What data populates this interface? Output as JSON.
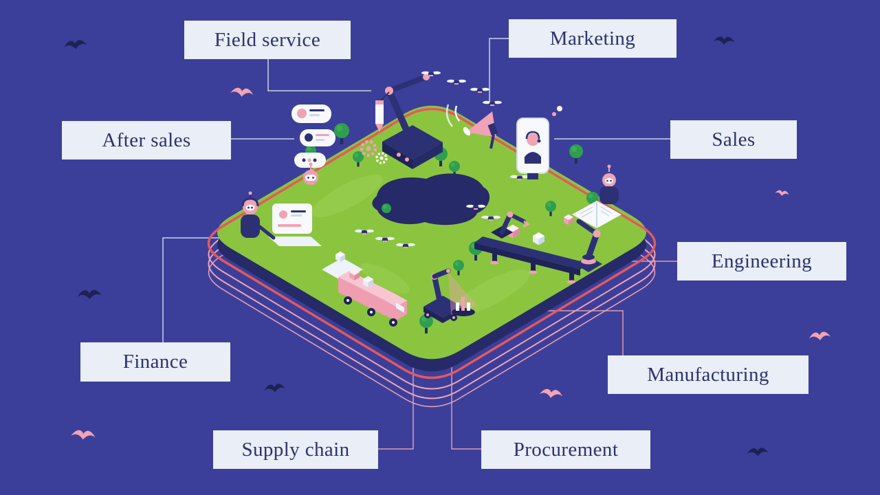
{
  "palette": {
    "background": "#3b3f99",
    "island_grass": "#8bc53f",
    "island_side": "#262a68",
    "outline_red": "#e4595f",
    "outline_pink": "#f0a3b5",
    "label_background": "#e9eef7",
    "label_text": "#2b3172",
    "bird_dark": "#1d2256",
    "bird_pink": "#f2a3b5"
  },
  "labels": [
    {
      "id": "field-service",
      "text": "Field service"
    },
    {
      "id": "marketing",
      "text": "Marketing"
    },
    {
      "id": "after-sales",
      "text": "After sales"
    },
    {
      "id": "sales",
      "text": "Sales"
    },
    {
      "id": "engineering",
      "text": "Engineering"
    },
    {
      "id": "finance",
      "text": "Finance"
    },
    {
      "id": "manufacturing",
      "text": "Manufacturing"
    },
    {
      "id": "supply-chain",
      "text": "Supply chain"
    },
    {
      "id": "procurement",
      "text": "Procurement"
    }
  ]
}
